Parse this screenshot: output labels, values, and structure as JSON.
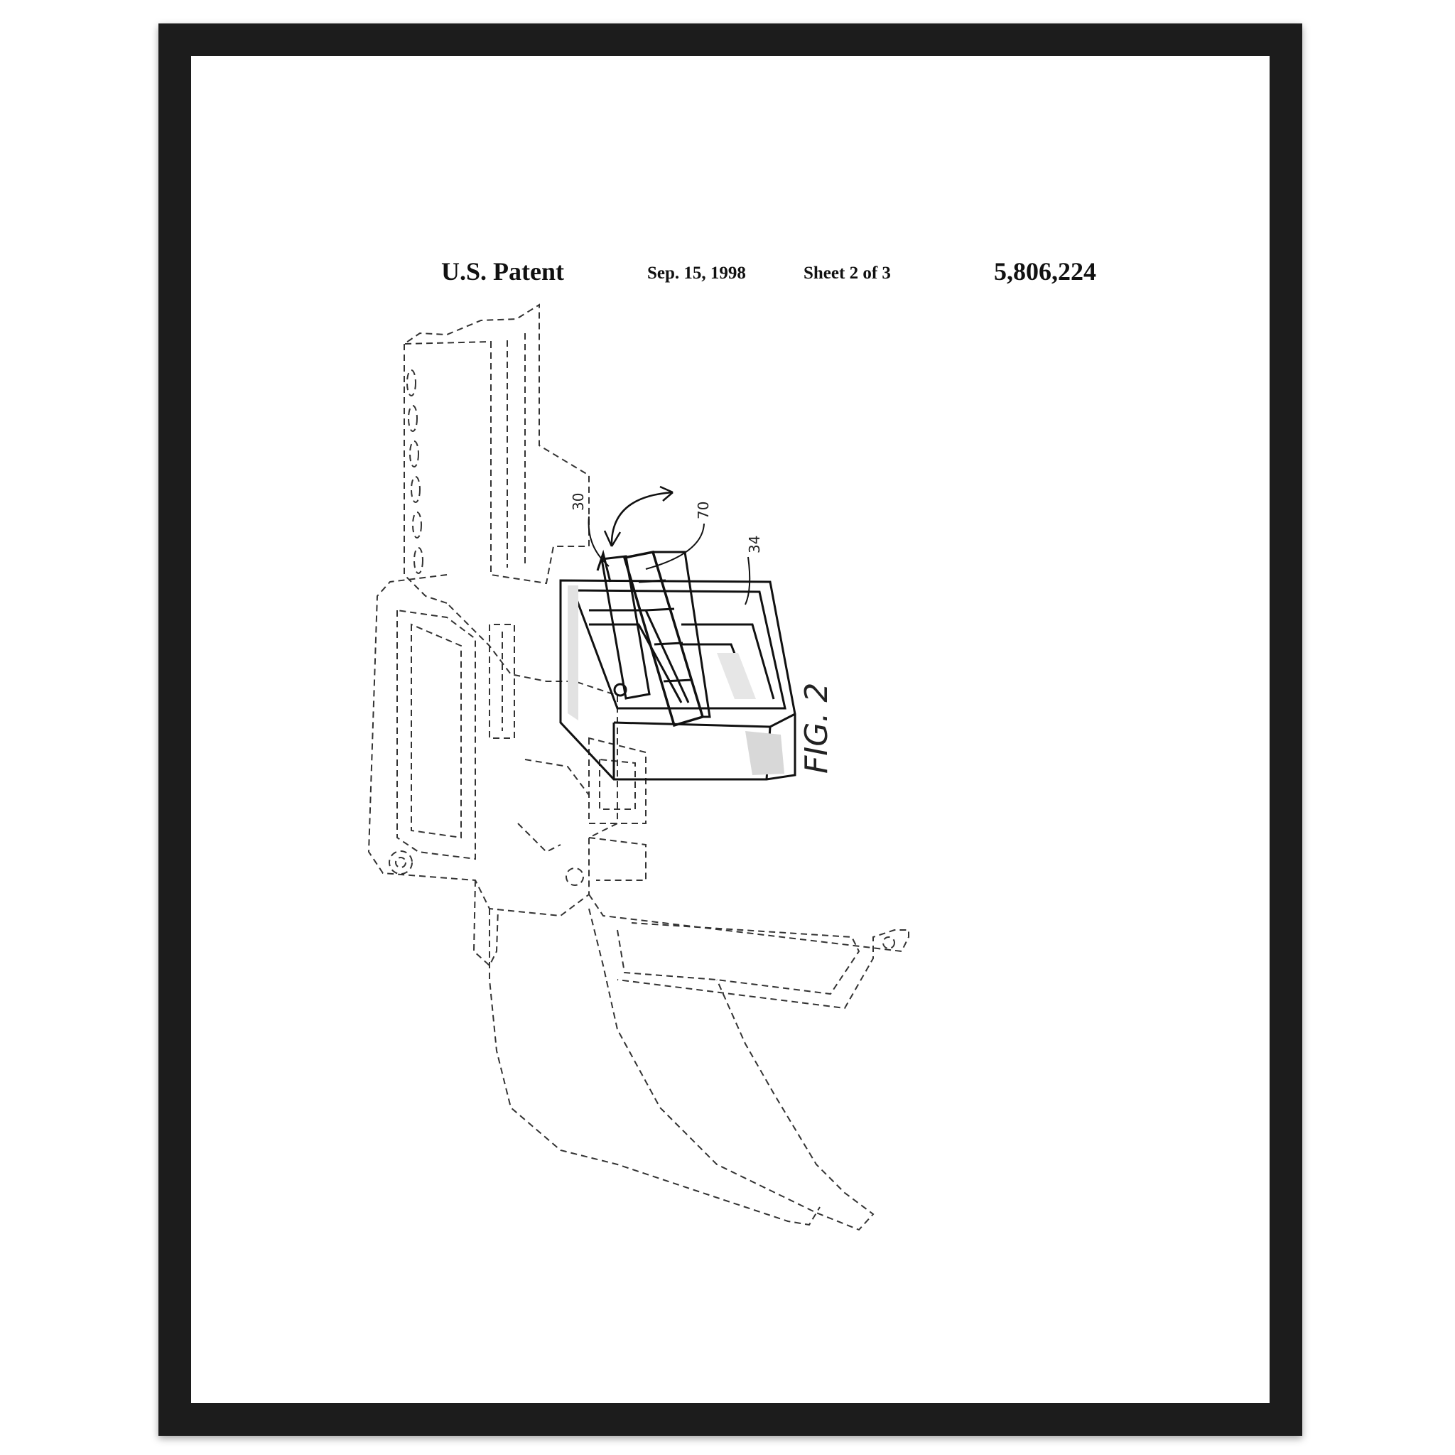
{
  "header": {
    "patent_label": "U.S. Patent",
    "date": "Sep. 15, 1998",
    "sheet": "Sheet 2 of 3",
    "patent_number": "5,806,224"
  },
  "drawing": {
    "references": [
      "30",
      "70",
      "34"
    ],
    "figure_label": "FIG. 2"
  },
  "colors": {
    "frame": "#1c1c1c",
    "mat": "#ffffff",
    "ink": "#111111"
  }
}
